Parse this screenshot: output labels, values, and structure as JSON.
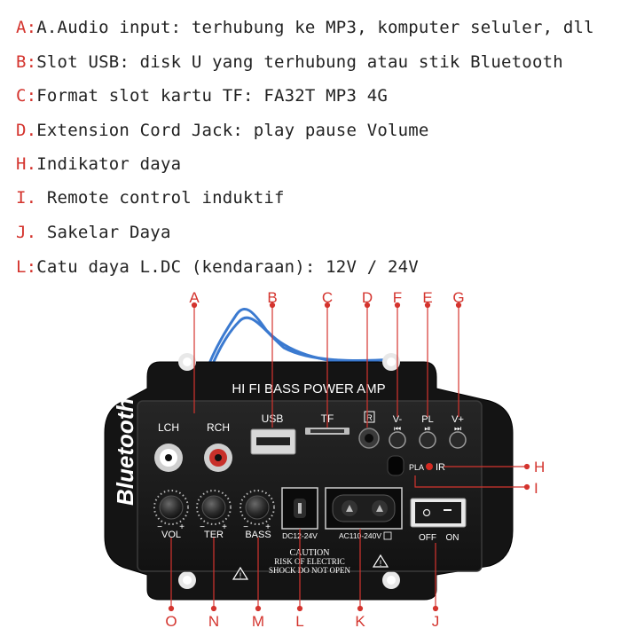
{
  "legend": [
    {
      "key": "A:",
      "text": "A.Audio input: terhubung ke MP3, komputer seluler, dll"
    },
    {
      "key": "B:",
      "text": "Slot USB: disk U yang terhubung atau stik Bluetooth"
    },
    {
      "key": "C:",
      "text": "Format slot kartu TF: FA32T MP3 4G"
    },
    {
      "key": "D.",
      "text": "Extension Cord Jack: play pause Volume"
    },
    {
      "key": "H.",
      "text": "Indikator daya"
    },
    {
      "key": "I.",
      "text": " Remote control induktif"
    },
    {
      "key": "J.",
      "text": " Sakelar Daya"
    },
    {
      "key": "L:",
      "text": "Catu daya L.DC (kendaraan): 12V / 24V"
    }
  ],
  "callouts": {
    "top": [
      "A",
      "B",
      "C",
      "D",
      "F",
      "E",
      "G"
    ],
    "right": [
      "H",
      "I"
    ],
    "bottom": [
      "O",
      "N",
      "M",
      "L",
      "K",
      "J"
    ]
  },
  "panel": {
    "title": "HI FI BASS POWER AMP",
    "brand": "Bluetooth",
    "lch": "LCH",
    "rch": "RCH",
    "usb": "USB",
    "tf": "TF",
    "r_mark": "R",
    "v_minus": "V-",
    "pl": "PL",
    "v_plus": "V+",
    "prev_icon": "⏮",
    "playpause_icon": "⏯",
    "next_icon": "⏭",
    "pla": "PLA",
    "ir": "IR",
    "vol": "VOL",
    "ter": "TER",
    "bass": "BASS",
    "minus": "−",
    "plus": "+",
    "dc": "DC12-24V",
    "ac": "AC110-240V",
    "off": "OFF",
    "on": "ON",
    "caution_title": "CAUTION",
    "caution_line1": "RISK OF ELECTRIC",
    "caution_line2": "SHOCK DO NOT OPEN"
  },
  "colors": {
    "accent": "#d4342e",
    "panel": "#111111",
    "plate": "#1b1b1b",
    "wire": "#3b7ad0"
  }
}
